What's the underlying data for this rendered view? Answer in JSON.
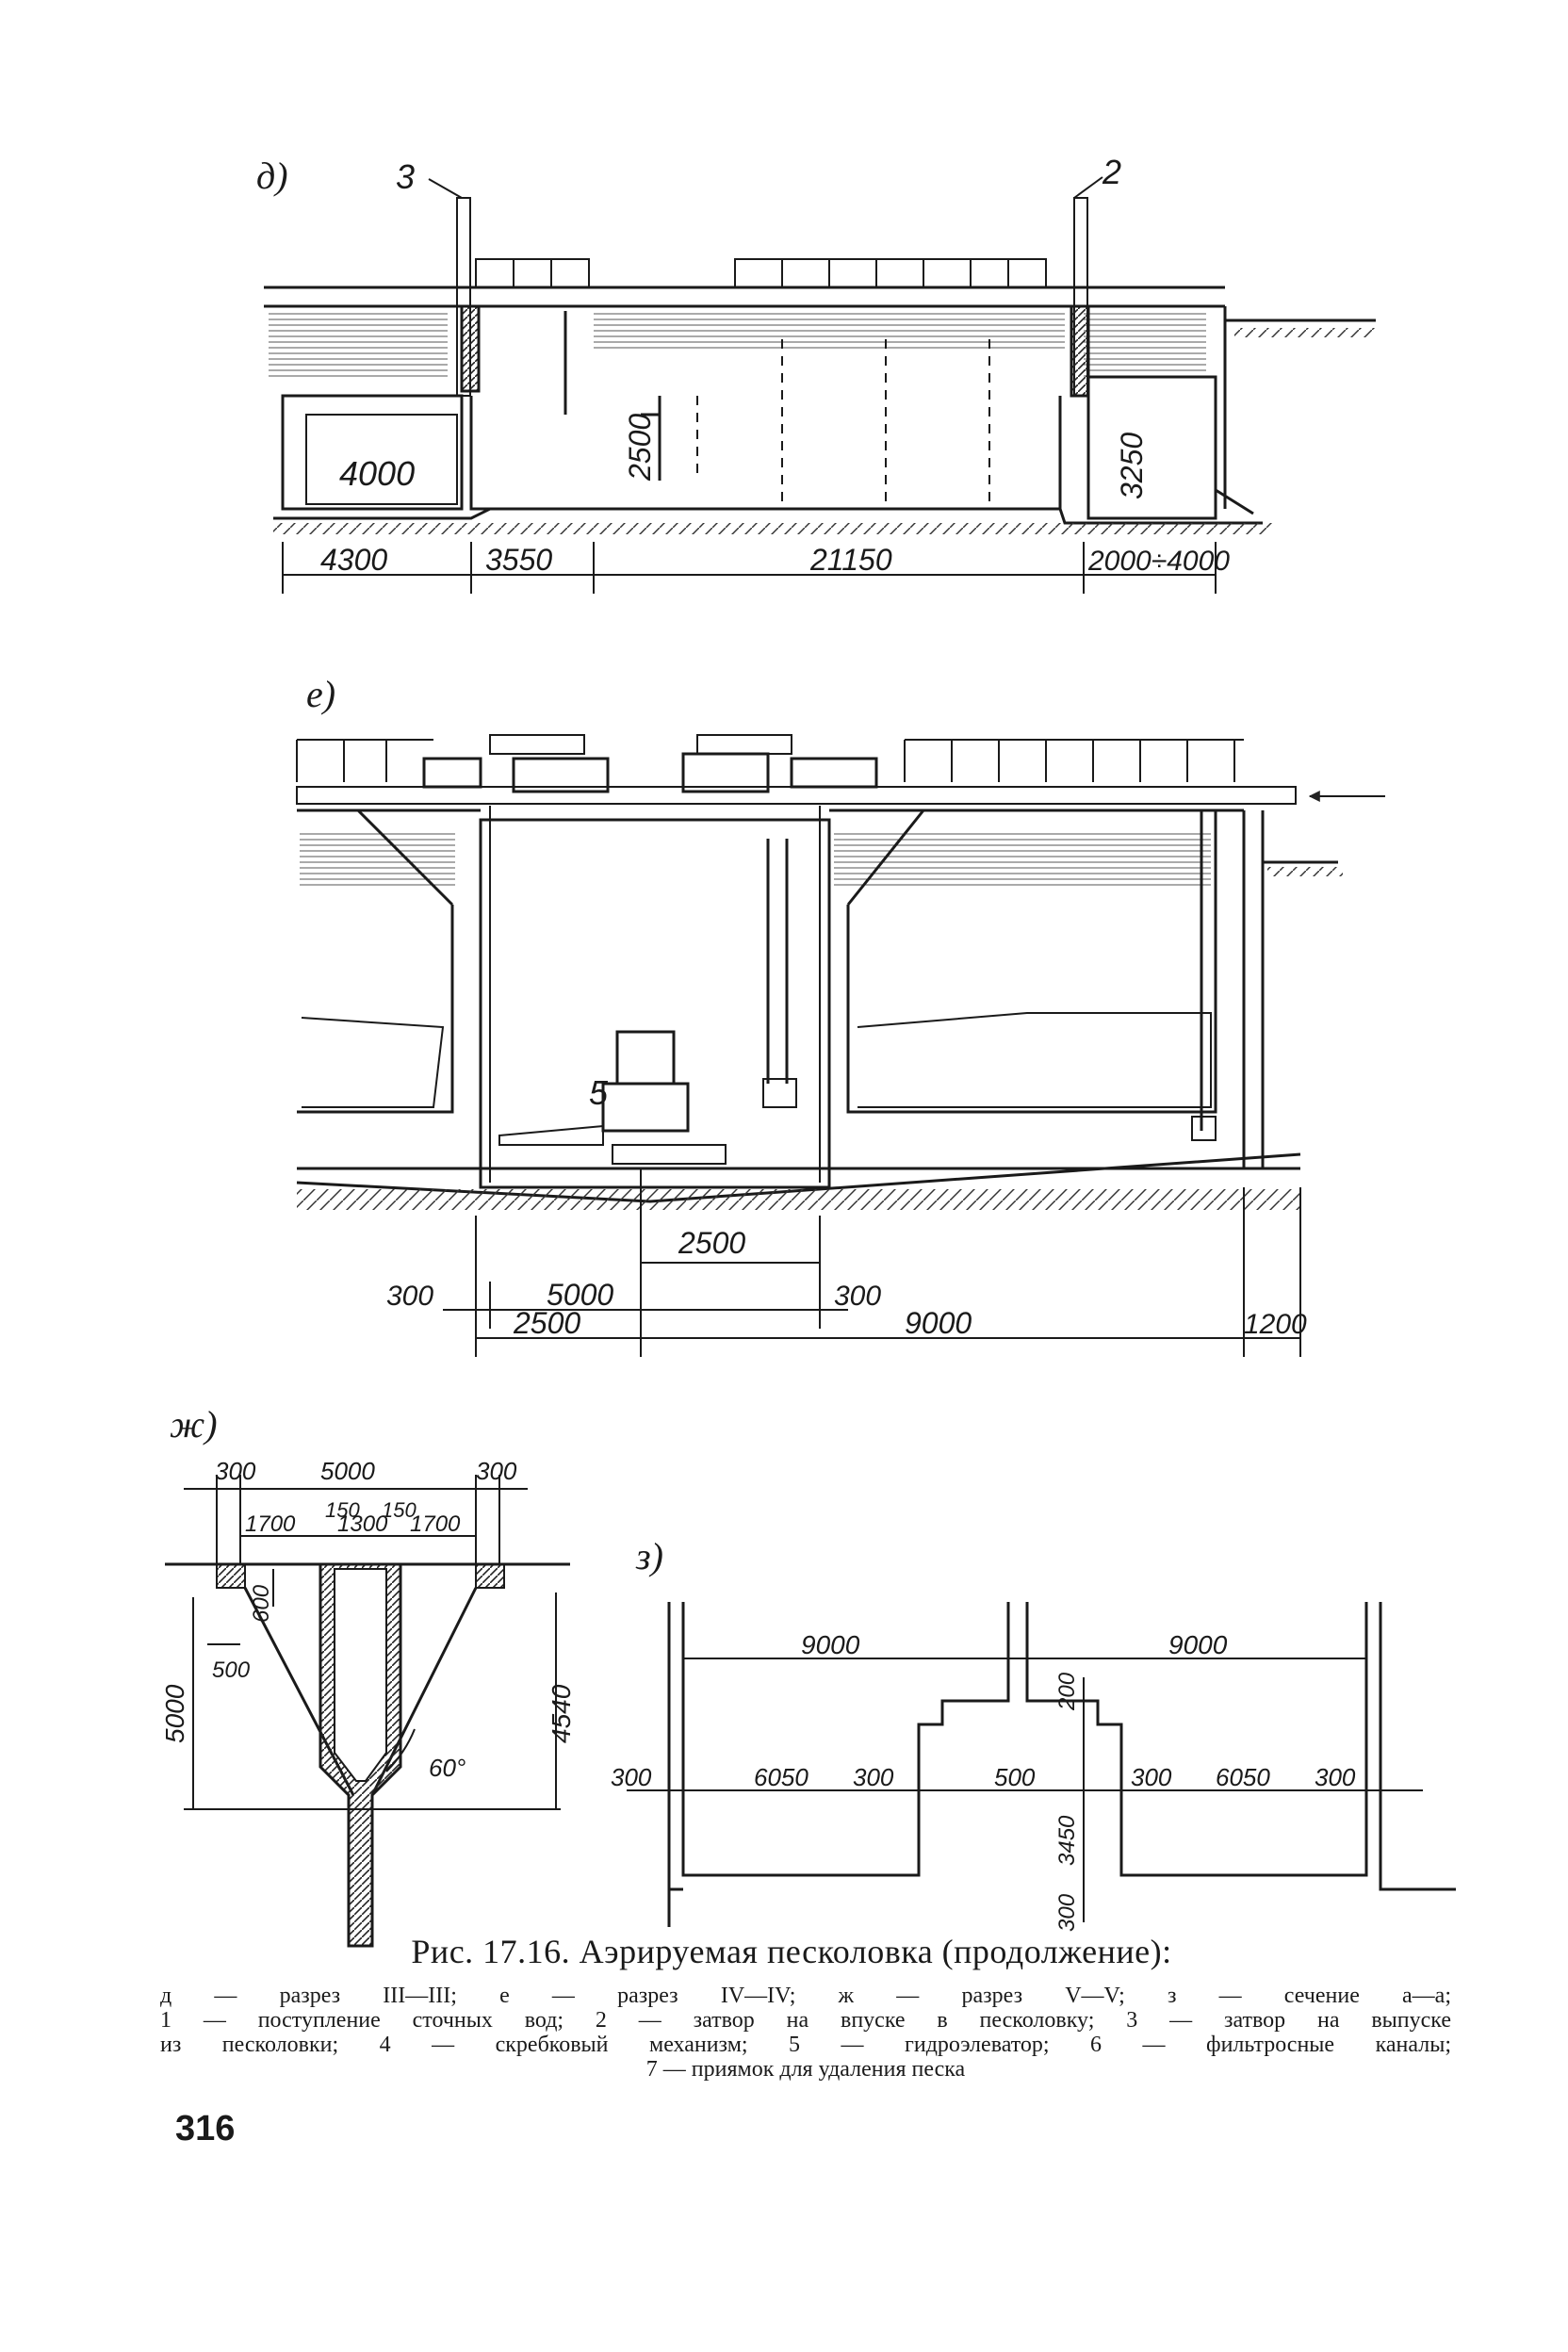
{
  "figure": {
    "panel_d": {
      "label": "д)",
      "callout_3": "3",
      "callout_2": "2",
      "dim_4000": "4000",
      "dim_2500": "2500",
      "dim_3250": "3250",
      "bottom_dims": [
        "4300",
        "3550",
        "21150",
        "2000÷4000"
      ]
    },
    "panel_e": {
      "label": "е)",
      "callout_5": "5",
      "dim_2500_top": "2500",
      "row1": [
        "300",
        "5000",
        "300"
      ],
      "row2": [
        "2500",
        "9000",
        "1200"
      ]
    },
    "panel_zh": {
      "label": "ж)",
      "top_row": [
        "300",
        "5000",
        "300"
      ],
      "mid_row": [
        "150",
        "150"
      ],
      "row3": [
        "1700",
        "1300",
        "1700"
      ],
      "dim_600": "600",
      "dim_500": "500",
      "dim_5000": "5000",
      "dim_4540": "4540",
      "angle": "60°"
    },
    "panel_z": {
      "label": "з)",
      "top": [
        "9000",
        "9000"
      ],
      "dim_200": "200",
      "row": [
        "300",
        "6050",
        "300",
        "500",
        "300",
        "6050",
        "300"
      ],
      "dim_3450": "3450",
      "dim_300_bottom": "300"
    }
  },
  "caption": {
    "title": "Рис. 17.16. Аэрируемая песколовка (продолжение):",
    "legend_lines": [
      "д — разрез III—III; е — разрез IV—IV; ж — разрез V—V; з — сечение а—а;",
      "1 — поступление сточных вод; 2 — затвор на впуске в песколовку; 3 — затвор на выпуске",
      "из песколовки; 4 — скребковый механизм; 5 — гидроэлеватор; 6 — фильтросные каналы;",
      "7 — приямок для удаления песка"
    ]
  },
  "page_number": "316"
}
